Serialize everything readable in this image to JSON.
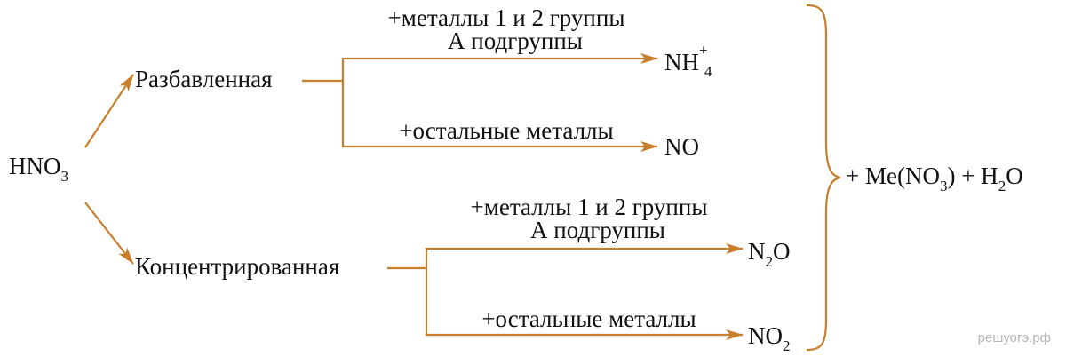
{
  "reactant": {
    "main": "HNO",
    "sub": "3"
  },
  "branches": {
    "dilute": {
      "label": "Разбавленная",
      "upper_condition_line1": "+металлы 1 и 2 группы",
      "upper_condition_line2": "А подгруппы",
      "upper_product": {
        "main": "NH",
        "sub": "4",
        "sup": "+"
      },
      "lower_condition": "+остальные металлы",
      "lower_product": "NO"
    },
    "concentrated": {
      "label": "Концентрированная",
      "upper_condition_line1": "+металлы 1 и 2 группы",
      "upper_condition_line2": "А подгруппы",
      "upper_product": {
        "pre": "N",
        "sub": "2",
        "post": "O"
      },
      "lower_condition": "+остальные металлы",
      "lower_product": {
        "main": "NO",
        "sub": "2"
      }
    }
  },
  "common_products": {
    "part1": "+ Me(NO",
    "sub1": "3",
    "part2": ") + H",
    "sub2": "2",
    "part3": "O"
  },
  "watermark": "решуогэ.рф",
  "colors": {
    "arrow": "#c87f2d",
    "text": "#111111"
  }
}
